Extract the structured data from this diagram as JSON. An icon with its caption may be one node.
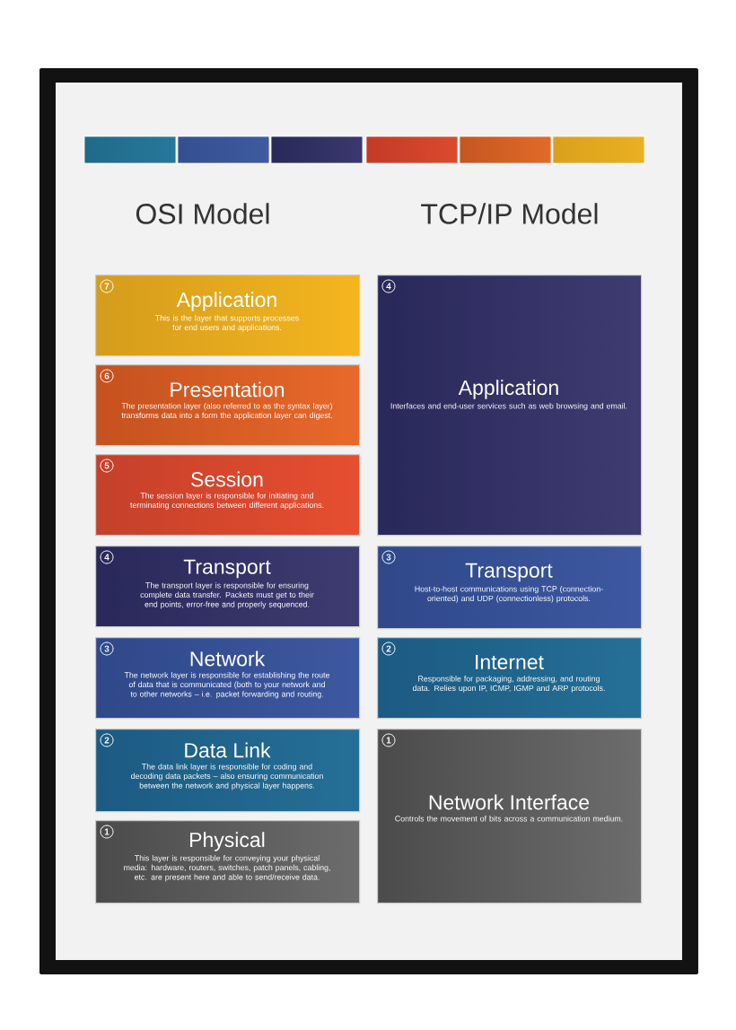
{
  "diagram": {
    "nodes": [
      {
        "text": [
          "7",
          "Application",
          "This is the layer that supports processes for end users and applications."
        ]
      },
      {
        "text": [
          "6",
          "Presentation",
          "The presentation layer (also referred to as the syntax layer) transforms data into a form the application layer can digest."
        ]
      },
      {
        "text": [
          "5",
          "Session",
          "The session layer is responsible for initiating and terminating connections between different applications."
        ]
      },
      {
        "text": [
          "4",
          "Transport",
          "The transport layer is responsible for ensuring complete data transfer. Packets must get to their end points, error-free and properly sequenced."
        ]
      },
      {
        "text": [
          "3",
          "Network",
          "The network layer is responsible for establishing the route of data that is communicated (both to your network and to other networks – i.e. packet forwarding and routing."
        ]
      },
      {
        "text": [
          "2",
          "Data Link",
          "The data link layer is responsible for coding and decoding data packets – also ensuring communication between the network and physical layer happens."
        ]
      },
      {
        "text": [
          "1",
          "Physical",
          "This layer is responsible for conveying your physical media: hardware, routers, switches, patch panels, cabling, etc. are present here and able to send/receive data."
        ]
      },
      {
        "text": [
          "4",
          "Application",
          "Interfaces and end-user services such as web browsing and email."
        ]
      },
      {
        "text": [
          "3",
          "Transport",
          "Host-to-host communications using TCP (connection-oriented) and UDP (connectionless) protocols."
        ]
      },
      {
        "text": [
          "2",
          "Internet",
          "Responsible for packaging, addressing, and routing data. Relies upon IP, ICMP, IGMP and ARP protocols."
        ]
      },
      {
        "text": [
          "1",
          "Network Interface",
          "Controls the movement of bits across a communication medium."
        ]
      }
    ],
    "labels": [
      "OSI Model",
      "TCP/IP Model"
    ]
  }
}
